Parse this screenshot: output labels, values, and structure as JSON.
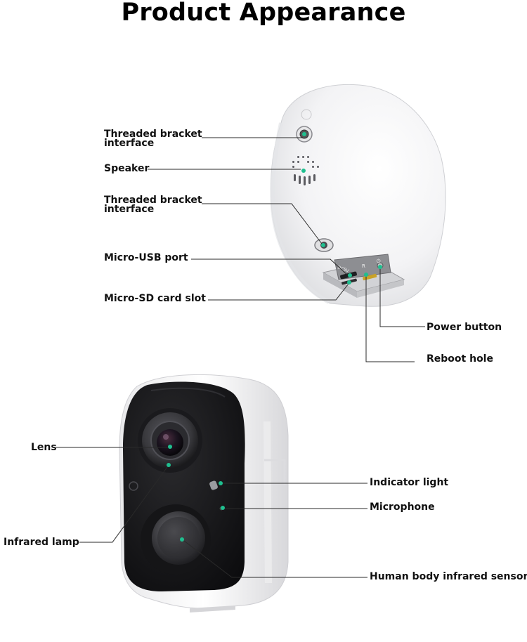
{
  "title": "Product Appearance",
  "accent_color": "#1fbf8f",
  "back_view": {
    "labels": {
      "bracket_top": "Threaded bracket interface",
      "speaker": "Speaker",
      "bracket_bottom": "Threaded bracket interface",
      "usb": "Micro-USB port",
      "sd": "Micro-SD card slot",
      "power": "Power button",
      "reboot": "Reboot hole"
    },
    "port_marks": {
      "usb": "DC5V",
      "reset": "R",
      "power": "⏻"
    }
  },
  "front_view": {
    "labels": {
      "lens": "Lens",
      "infrared_lamp": "Infrared lamp",
      "indicator": "Indicator light",
      "microphone": "Microphone",
      "pir": "Human body infrared sensor"
    }
  }
}
